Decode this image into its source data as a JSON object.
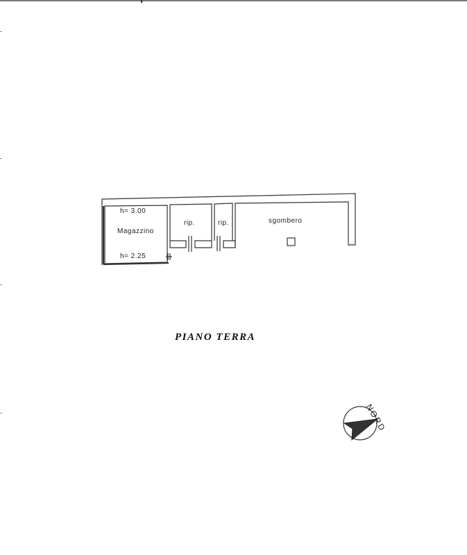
{
  "plan": {
    "title": "PIANO TERRA",
    "rooms": [
      {
        "name": "Magazzino",
        "height_top": "h= 3.00",
        "height_bottom": "h= 2.25"
      },
      {
        "name": "rip."
      },
      {
        "name": "rip."
      },
      {
        "name": "sgombero"
      }
    ],
    "north_label": "NORD"
  }
}
